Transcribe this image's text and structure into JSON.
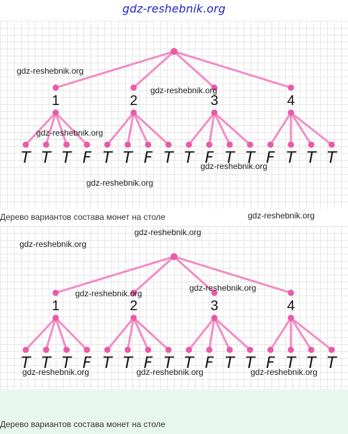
{
  "site_header": "gdz-reshebnik.org",
  "diagram": {
    "branches": [
      {
        "label": "1",
        "leaves": [
          "T",
          "T",
          "T",
          "F"
        ]
      },
      {
        "label": "2",
        "leaves": [
          "T",
          "T",
          "F",
          "T"
        ]
      },
      {
        "label": "3",
        "leaves": [
          "T",
          "F",
          "T",
          "T"
        ]
      },
      {
        "label": "4",
        "leaves": [
          "F",
          "T",
          "T",
          "T"
        ]
      }
    ],
    "edge_color": "#f28cc4",
    "node_color": "#e95aa9"
  },
  "captions": {
    "first": "Дерево вариантов состава монет на столе",
    "second": "Дерево вариантов состава монет на столе"
  },
  "watermark_text": "gdz-reshebnik.org"
}
